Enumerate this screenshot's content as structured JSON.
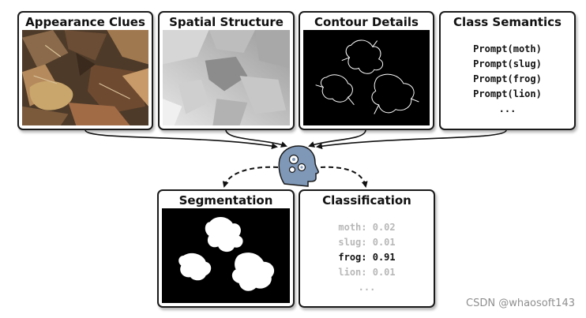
{
  "panels": {
    "appearance": "Appearance Clues",
    "spatial": "Spatial Structure",
    "contour": "Contour Details",
    "semantics": "Class Semantics",
    "segmentation": "Segmentation",
    "classification": "Classification"
  },
  "prompts": [
    "Prompt(moth)",
    "Prompt(slug)",
    "Prompt(frog)",
    "Prompt(lion)",
    "..."
  ],
  "scores": [
    {
      "text": "moth: 0.02",
      "highlight": false
    },
    {
      "text": "slug: 0.01",
      "highlight": false
    },
    {
      "text": "frog: 0.91",
      "highlight": true
    },
    {
      "text": "lion: 0.01",
      "highlight": false
    },
    {
      "text": "...",
      "highlight": false
    }
  ],
  "watermark": "CSDN @whaosoft143",
  "colors": {
    "border": "#1a1a1a",
    "brain_head": "#7f98b8",
    "highlight_text": "#111111",
    "faded_text": "#b8b8b8"
  },
  "icons": {
    "center": "brain-gears-head-icon"
  }
}
